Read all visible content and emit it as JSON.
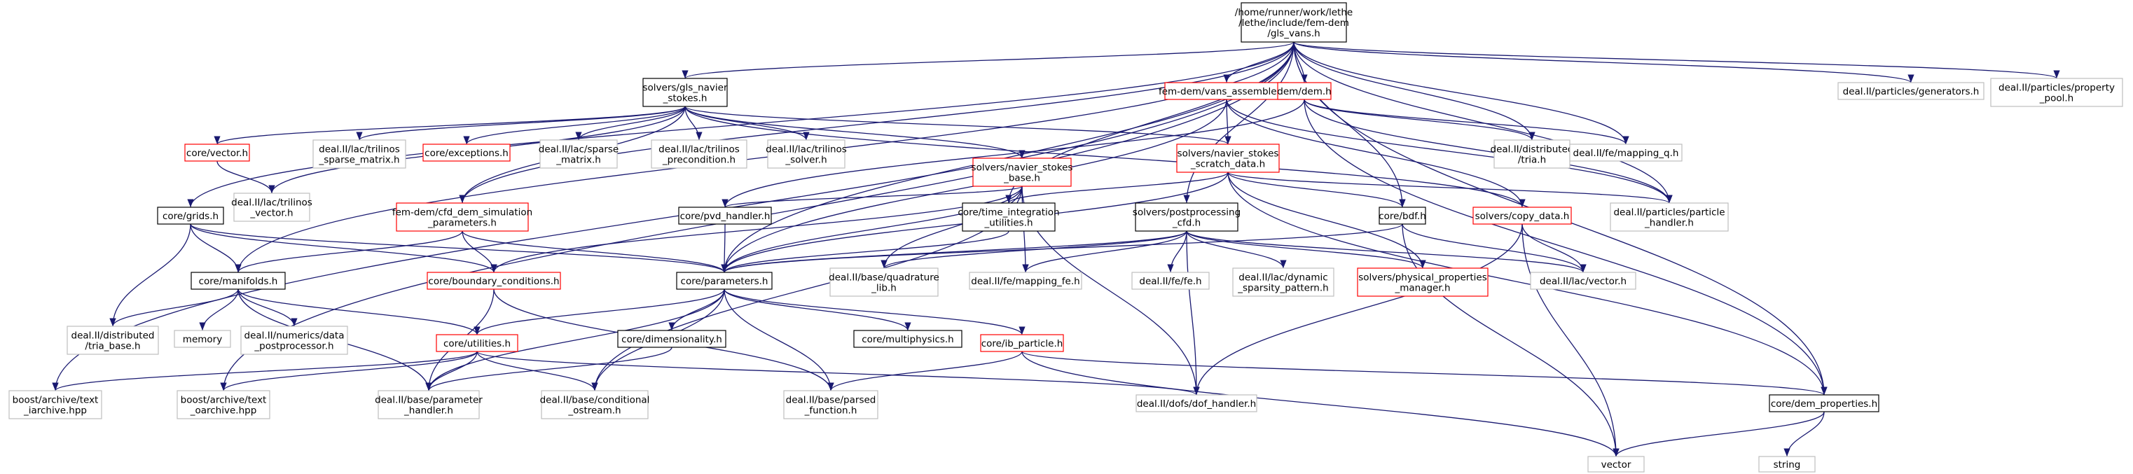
{
  "colors": {
    "edge": "#191970",
    "black_border": "#000000",
    "red_border": "#ff0000",
    "gray_border": "#bfbfbf",
    "root_fill": "#bfbfbf"
  },
  "nodes": [
    {
      "id": "root",
      "lines": [
        "/home/runner/work/lethe",
        "/lethe/include/fem-dem",
        "/gls_vans.h"
      ],
      "style": "root"
    },
    {
      "id": "gls_navier",
      "lines": [
        "solvers/gls_navier",
        "_stokes.h"
      ],
      "style": "black"
    },
    {
      "id": "vans_assemblers",
      "lines": [
        "fem-dem/vans_assemblers.h"
      ],
      "style": "red"
    },
    {
      "id": "dem",
      "lines": [
        "dem/dem.h"
      ],
      "style": "red"
    },
    {
      "id": "generators",
      "lines": [
        "deal.II/particles/generators.h"
      ],
      "style": "gray"
    },
    {
      "id": "property_pool",
      "lines": [
        "deal.II/particles/property",
        "_pool.h"
      ],
      "style": "gray"
    },
    {
      "id": "vector_h",
      "lines": [
        "core/vector.h"
      ],
      "style": "red"
    },
    {
      "id": "trilinos_sparse",
      "lines": [
        "deal.II/lac/trilinos",
        "_sparse_matrix.h"
      ],
      "style": "gray"
    },
    {
      "id": "exceptions",
      "lines": [
        "core/exceptions.h"
      ],
      "style": "red"
    },
    {
      "id": "lac_sparse",
      "lines": [
        "deal.II/lac/sparse",
        "_matrix.h"
      ],
      "style": "gray"
    },
    {
      "id": "trilinos_precond",
      "lines": [
        "deal.II/lac/trilinos",
        "_precondition.h"
      ],
      "style": "gray"
    },
    {
      "id": "trilinos_solver",
      "lines": [
        "deal.II/lac/trilinos",
        "_solver.h"
      ],
      "style": "gray"
    },
    {
      "id": "navier_base",
      "lines": [
        "solvers/navier_stokes",
        "_base.h"
      ],
      "style": "red"
    },
    {
      "id": "scratch_data",
      "lines": [
        "solvers/navier_stokes",
        "_scratch_data.h"
      ],
      "style": "red"
    },
    {
      "id": "dist_tria",
      "lines": [
        "deal.II/distributed",
        "/tria.h"
      ],
      "style": "gray"
    },
    {
      "id": "mapping_q",
      "lines": [
        "deal.II/fe/mapping_q.h"
      ],
      "style": "gray"
    },
    {
      "id": "trilinos_vector",
      "lines": [
        "deal.II/lac/trilinos",
        "_vector.h"
      ],
      "style": "gray"
    },
    {
      "id": "grids",
      "lines": [
        "core/grids.h"
      ],
      "style": "black"
    },
    {
      "id": "cfd_dem_params",
      "lines": [
        "fem-dem/cfd_dem_simulation",
        "_parameters.h"
      ],
      "style": "red"
    },
    {
      "id": "pvd_handler",
      "lines": [
        "core/pvd_handler.h"
      ],
      "style": "black"
    },
    {
      "id": "time_integration",
      "lines": [
        "core/time_integration",
        "_utilities.h"
      ],
      "style": "black"
    },
    {
      "id": "postprocessing",
      "lines": [
        "solvers/postprocessing",
        "_cfd.h"
      ],
      "style": "black"
    },
    {
      "id": "bdf",
      "lines": [
        "core/bdf.h"
      ],
      "style": "black"
    },
    {
      "id": "copy_data",
      "lines": [
        "solvers/copy_data.h"
      ],
      "style": "red"
    },
    {
      "id": "particle_handler",
      "lines": [
        "deal.II/particles/particle",
        "_handler.h"
      ],
      "style": "gray"
    },
    {
      "id": "manifolds",
      "lines": [
        "core/manifolds.h"
      ],
      "style": "black"
    },
    {
      "id": "boundary_conditions",
      "lines": [
        "core/boundary_conditions.h"
      ],
      "style": "red"
    },
    {
      "id": "parameters",
      "lines": [
        "core/parameters.h"
      ],
      "style": "black"
    },
    {
      "id": "quadrature_lib",
      "lines": [
        "deal.II/base/quadrature",
        "_lib.h"
      ],
      "style": "gray"
    },
    {
      "id": "mapping_fe",
      "lines": [
        "deal.II/fe/mapping_fe.h"
      ],
      "style": "gray"
    },
    {
      "id": "fe_fe",
      "lines": [
        "deal.II/fe/fe.h"
      ],
      "style": "gray"
    },
    {
      "id": "dynamic_sparsity",
      "lines": [
        "deal.II/lac/dynamic",
        "_sparsity_pattern.h"
      ],
      "style": "gray"
    },
    {
      "id": "physical_props",
      "lines": [
        "solvers/physical_properties",
        "_manager.h"
      ],
      "style": "red"
    },
    {
      "id": "lac_vector",
      "lines": [
        "deal.II/lac/vector.h"
      ],
      "style": "gray"
    },
    {
      "id": "tria_base",
      "lines": [
        "deal.II/distributed",
        "/tria_base.h"
      ],
      "style": "gray"
    },
    {
      "id": "memory",
      "lines": [
        "memory"
      ],
      "style": "gray"
    },
    {
      "id": "data_postprocessor",
      "lines": [
        "deal.II/numerics/data",
        "_postprocessor.h"
      ],
      "style": "gray"
    },
    {
      "id": "utilities",
      "lines": [
        "core/utilities.h"
      ],
      "style": "red"
    },
    {
      "id": "dimensionality",
      "lines": [
        "core/dimensionality.h"
      ],
      "style": "black"
    },
    {
      "id": "multiphysics",
      "lines": [
        "core/multiphysics.h"
      ],
      "style": "black"
    },
    {
      "id": "ib_particle",
      "lines": [
        "core/ib_particle.h"
      ],
      "style": "red"
    },
    {
      "id": "text_iarchive",
      "lines": [
        "boost/archive/text",
        "_iarchive.hpp"
      ],
      "style": "gray"
    },
    {
      "id": "text_oarchive",
      "lines": [
        "boost/archive/text",
        "_oarchive.hpp"
      ],
      "style": "gray"
    },
    {
      "id": "param_handler",
      "lines": [
        "deal.II/base/parameter",
        "_handler.h"
      ],
      "style": "gray"
    },
    {
      "id": "cond_ostream",
      "lines": [
        "deal.II/base/conditional",
        "_ostream.h"
      ],
      "style": "gray"
    },
    {
      "id": "parsed_function",
      "lines": [
        "deal.II/base/parsed",
        "_function.h"
      ],
      "style": "gray"
    },
    {
      "id": "dof_handler",
      "lines": [
        "deal.II/dofs/dof_handler.h"
      ],
      "style": "gray"
    },
    {
      "id": "dem_properties",
      "lines": [
        "core/dem_properties.h"
      ],
      "style": "black"
    },
    {
      "id": "vector",
      "lines": [
        "vector"
      ],
      "style": "gray"
    },
    {
      "id": "string",
      "lines": [
        "string"
      ],
      "style": "gray"
    }
  ],
  "edges": [
    [
      "root",
      "gls_navier"
    ],
    [
      "root",
      "vans_assemblers"
    ],
    [
      "root",
      "dem"
    ],
    [
      "root",
      "generators"
    ],
    [
      "root",
      "property_pool"
    ],
    [
      "root",
      "grids"
    ],
    [
      "root",
      "manifolds"
    ],
    [
      "root",
      "text_iarchive"
    ],
    [
      "root",
      "text_oarchive"
    ],
    [
      "root",
      "cfd_dem_params"
    ],
    [
      "root",
      "parameters"
    ],
    [
      "root",
      "time_integration"
    ],
    [
      "root",
      "postprocessing"
    ],
    [
      "root",
      "bdf"
    ],
    [
      "root",
      "dist_tria"
    ],
    [
      "root",
      "mapping_q"
    ],
    [
      "root",
      "particle_handler"
    ],
    [
      "root",
      "dem_properties"
    ],
    [
      "gls_navier",
      "vector_h"
    ],
    [
      "gls_navier",
      "trilinos_sparse"
    ],
    [
      "gls_navier",
      "exceptions"
    ],
    [
      "gls_navier",
      "lac_sparse"
    ],
    [
      "gls_navier",
      "trilinos_precond"
    ],
    [
      "gls_navier",
      "trilinos_solver"
    ],
    [
      "gls_navier",
      "navier_base"
    ],
    [
      "gls_navier",
      "scratch_data"
    ],
    [
      "gls_navier",
      "trilinos_vector"
    ],
    [
      "gls_navier",
      "cfd_dem_params"
    ],
    [
      "gls_navier",
      "copy_data"
    ],
    [
      "vans_assemblers",
      "scratch_data"
    ],
    [
      "vans_assemblers",
      "parameters"
    ],
    [
      "vans_assemblers",
      "copy_data"
    ],
    [
      "vans_assemblers",
      "particle_handler"
    ],
    [
      "dem",
      "dist_tria"
    ],
    [
      "dem",
      "mapping_q"
    ],
    [
      "dem",
      "particle_handler"
    ],
    [
      "dem",
      "dem_properties"
    ],
    [
      "dem",
      "pvd_handler"
    ],
    [
      "vector_h",
      "trilinos_vector"
    ],
    [
      "navier_base",
      "pvd_handler"
    ],
    [
      "navier_base",
      "parameters"
    ],
    [
      "navier_base",
      "quadrature_lib"
    ],
    [
      "navier_base",
      "mapping_fe"
    ],
    [
      "navier_base",
      "dof_handler"
    ],
    [
      "navier_base",
      "cond_ostream"
    ],
    [
      "navier_base",
      "boundary_conditions"
    ],
    [
      "scratch_data",
      "time_integration"
    ],
    [
      "scratch_data",
      "bdf"
    ],
    [
      "scratch_data",
      "particle_handler"
    ],
    [
      "scratch_data",
      "physical_props"
    ],
    [
      "scratch_data",
      "dem_properties"
    ],
    [
      "scratch_data",
      "parameters"
    ],
    [
      "grids",
      "manifolds"
    ],
    [
      "grids",
      "parameters"
    ],
    [
      "grids",
      "tria_base"
    ],
    [
      "grids",
      "boundary_conditions"
    ],
    [
      "cfd_dem_params",
      "manifolds"
    ],
    [
      "cfd_dem_params",
      "boundary_conditions"
    ],
    [
      "cfd_dem_params",
      "parameters"
    ],
    [
      "pvd_handler",
      "parameters"
    ],
    [
      "time_integration",
      "parameters"
    ],
    [
      "postprocessing",
      "parameters"
    ],
    [
      "postprocessing",
      "quadrature_lib"
    ],
    [
      "postprocessing",
      "mapping_fe"
    ],
    [
      "postprocessing",
      "fe_fe"
    ],
    [
      "postprocessing",
      "dynamic_sparsity"
    ],
    [
      "postprocessing",
      "physical_props"
    ],
    [
      "postprocessing",
      "lac_vector"
    ],
    [
      "postprocessing",
      "dof_handler"
    ],
    [
      "bdf",
      "parameters"
    ],
    [
      "bdf",
      "lac_vector"
    ],
    [
      "bdf",
      "vector"
    ],
    [
      "copy_data",
      "lac_vector"
    ],
    [
      "copy_data",
      "vector"
    ],
    [
      "copy_data",
      "dof_handler"
    ],
    [
      "manifolds",
      "tria_base"
    ],
    [
      "manifolds",
      "memory"
    ],
    [
      "manifolds",
      "data_postprocessor"
    ],
    [
      "manifolds",
      "utilities"
    ],
    [
      "manifolds",
      "param_handler"
    ],
    [
      "boundary_conditions",
      "param_handler"
    ],
    [
      "boundary_conditions",
      "parsed_function"
    ],
    [
      "parameters",
      "utilities"
    ],
    [
      "parameters",
      "dimensionality"
    ],
    [
      "parameters",
      "multiphysics"
    ],
    [
      "parameters",
      "ib_particle"
    ],
    [
      "parameters",
      "param_handler"
    ],
    [
      "parameters",
      "cond_ostream"
    ],
    [
      "parameters",
      "parsed_function"
    ],
    [
      "utilities",
      "text_iarchive"
    ],
    [
      "utilities",
      "text_oarchive"
    ],
    [
      "utilities",
      "param_handler"
    ],
    [
      "utilities",
      "cond_ostream"
    ],
    [
      "utilities",
      "dof_handler"
    ],
    [
      "dimensionality",
      "param_handler"
    ],
    [
      "ib_particle",
      "parsed_function"
    ],
    [
      "ib_particle",
      "dem_properties"
    ],
    [
      "ib_particle",
      "vector"
    ],
    [
      "dem_properties",
      "vector"
    ],
    [
      "dem_properties",
      "string"
    ]
  ]
}
